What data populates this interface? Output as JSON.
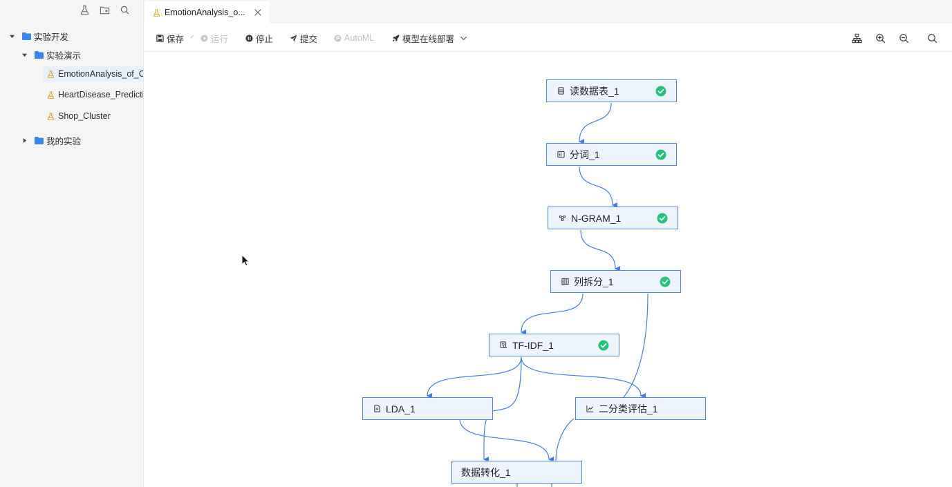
{
  "sidebar": {
    "tools": [
      "flask-icon",
      "new-folder-icon",
      "search-icon"
    ],
    "tree": {
      "root": {
        "label": "实验开发",
        "icon": "folder-icon",
        "expanded": true
      },
      "demo_folder": {
        "label": "实验演示",
        "icon": "folder-icon",
        "expanded": true
      },
      "experiments": [
        {
          "label": "EmotionAnalysis_of_Co",
          "icon": "flask-icon",
          "active": true
        },
        {
          "label": "HeartDisease_Predicti",
          "icon": "flask-icon",
          "active": false
        },
        {
          "label": "Shop_Cluster",
          "icon": "flask-icon",
          "active": false
        }
      ],
      "my_folder": {
        "label": "我的实验",
        "icon": "folder-icon",
        "expanded": false
      }
    }
  },
  "tab": {
    "title": "EmotionAnalysis_o...",
    "icon": "flask-icon",
    "close_icon": "close-icon"
  },
  "toolbar": {
    "save": "保存",
    "run": "运行",
    "stop": "停止",
    "submit": "提交",
    "automl": "AutoML",
    "deploy": "模型在线部署",
    "right_icons": [
      "layout-tree-icon",
      "zoom-in-icon",
      "zoom-out-icon",
      "search-icon"
    ]
  },
  "dag": {
    "accent_color": "#4e83e8",
    "success_color": "#21c47b",
    "nodes": [
      {
        "id": "read",
        "label": "读数据表_1",
        "icon": "table-icon",
        "status": "success"
      },
      {
        "id": "seg",
        "label": "分词_1",
        "icon": "book-icon",
        "status": "success"
      },
      {
        "id": "ngram",
        "label": "N-GRAM_1",
        "icon": "ngram-icon",
        "status": "success"
      },
      {
        "id": "split",
        "label": "列拆分_1",
        "icon": "columns-icon",
        "status": "success"
      },
      {
        "id": "tfidf",
        "label": "TF-IDF_1",
        "icon": "tfidf-icon",
        "status": "success"
      },
      {
        "id": "lda",
        "label": "LDA_1",
        "icon": "document-icon",
        "status": "none"
      },
      {
        "id": "eval",
        "label": "二分类评估_1",
        "icon": "line-chart-icon",
        "status": "none"
      },
      {
        "id": "convert",
        "label": "数据转化_1",
        "icon": "",
        "status": "none"
      }
    ],
    "edges": [
      [
        "read",
        "seg"
      ],
      [
        "seg",
        "ngram"
      ],
      [
        "ngram",
        "split"
      ],
      [
        "split",
        "tfidf"
      ],
      [
        "tfidf",
        "lda"
      ],
      [
        "tfidf",
        "eval"
      ],
      [
        "tfidf",
        "convert"
      ],
      [
        "split",
        "eval"
      ],
      [
        "lda",
        "convert"
      ],
      [
        "eval",
        "convert"
      ]
    ]
  }
}
